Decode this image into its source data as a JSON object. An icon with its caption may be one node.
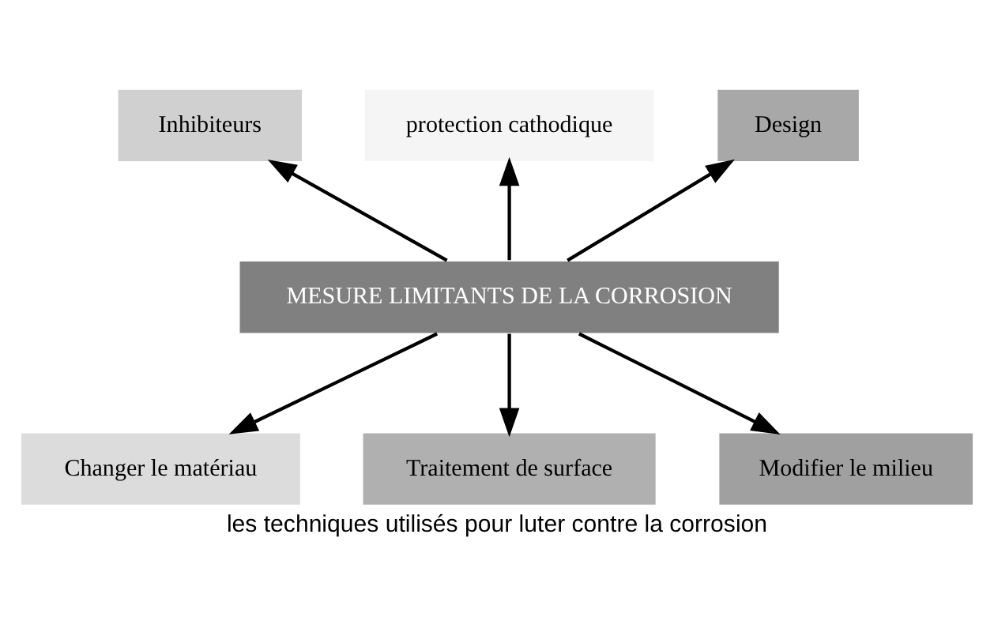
{
  "diagram": {
    "caption": "les techniques utilisés pour luter contre la corrosion",
    "nodes": [
      {
        "text": [
          "MESURE LIMITANTS DE LA CORROSION"
        ]
      },
      {
        "text": [
          "Inhibiteurs"
        ]
      },
      {
        "text": [
          "protection cathodique"
        ]
      },
      {
        "text": [
          "Design"
        ]
      },
      {
        "text": [
          "Changer le matériau"
        ]
      },
      {
        "text": [
          "Traitement de surface"
        ]
      },
      {
        "text": [
          "Modifier le milieu"
        ]
      }
    ],
    "edges": [
      {
        "from": 0,
        "to": 1,
        "arrow": "to"
      },
      {
        "from": 0,
        "to": 2,
        "arrow": "to"
      },
      {
        "from": 0,
        "to": 3,
        "arrow": "to"
      },
      {
        "from": 0,
        "to": 4,
        "arrow": "to"
      },
      {
        "from": 0,
        "to": 5,
        "arrow": "to"
      },
      {
        "from": 0,
        "to": 6,
        "arrow": "to"
      }
    ]
  }
}
